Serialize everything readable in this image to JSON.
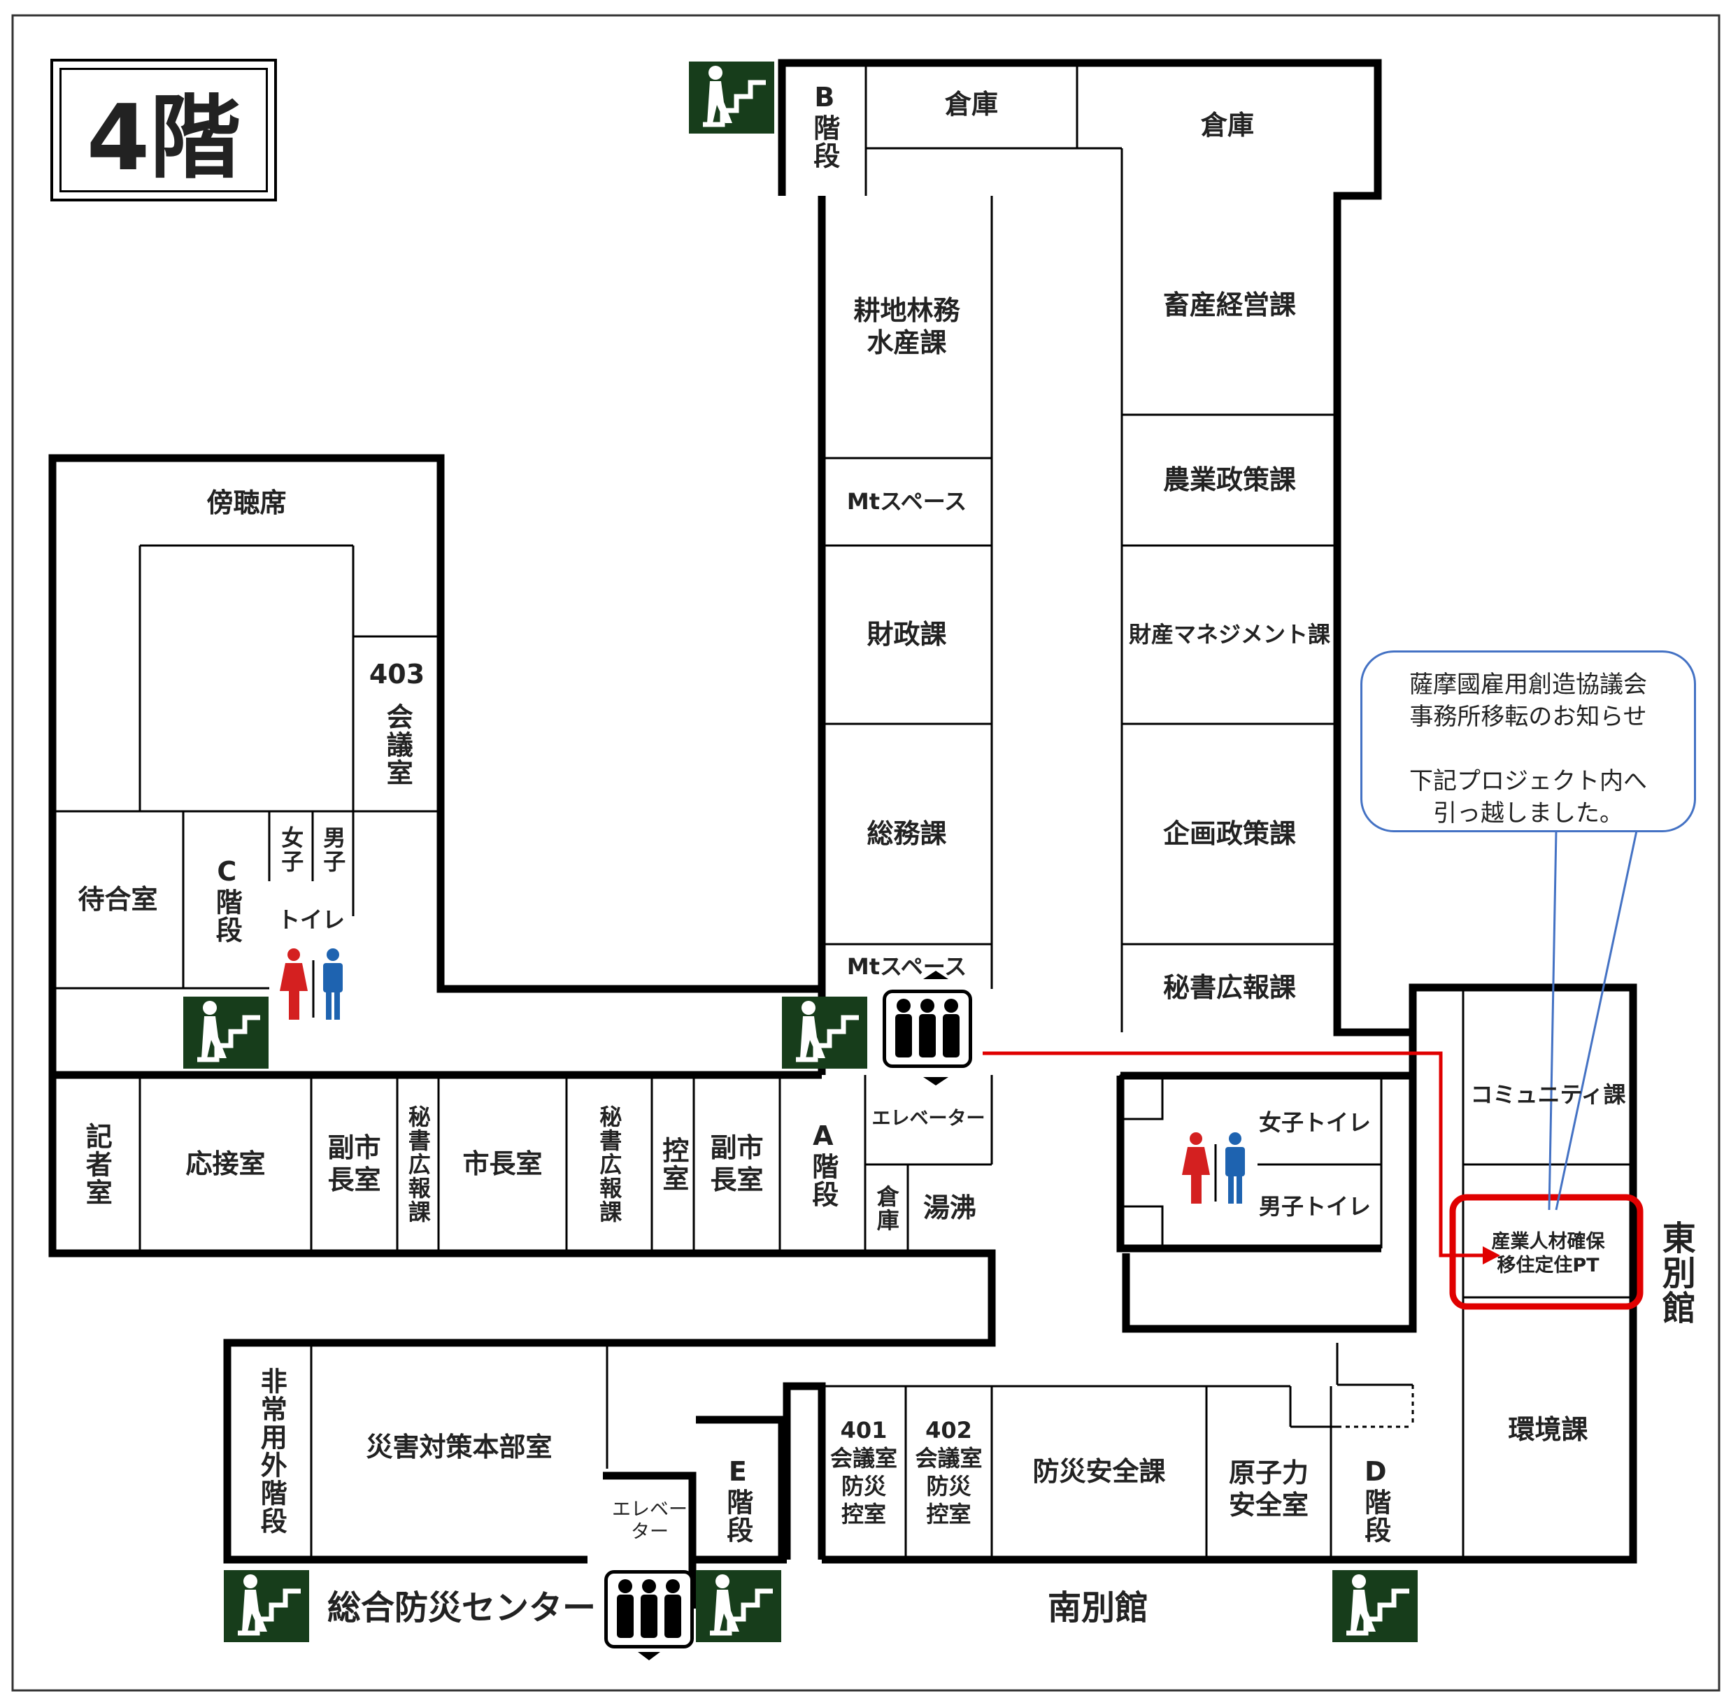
{
  "title": "4階",
  "rooms": {
    "b_stair": "B階段",
    "storage1": "倉庫",
    "storage2": "倉庫",
    "kouchi": "耕地林務\n水産課",
    "mt1": "Mtスペース",
    "zaisei": "財政課",
    "soumu": "総務課",
    "mt2": "Mtスペース",
    "chikusan": "畜産経営課",
    "nougyou": "農業政策課",
    "zaisan": "財産マネジメント課",
    "kikaku": "企画政策課",
    "hisho1": "秘書広報課",
    "bouchou": "傍聴席",
    "conf403a": "403",
    "conf403b": "会議室",
    "machiai": "待合室",
    "c_stair": "C階段",
    "women": "女子",
    "men": "男子",
    "toilet": "トイレ",
    "kisha": "記者室",
    "ousetsu": "応接室",
    "fukushi1": "副市\n長室",
    "hisho2": "秘書広報課",
    "shichou": "市長室",
    "hisho3": "秘書広報課",
    "hikae": "控室",
    "fukushi2": "副市\n長室",
    "a_stair": "A階段",
    "elevator_room": "エレベーター",
    "storage3": "倉庫",
    "yuwakashi": "湯沸",
    "women_toilet": "女子トイレ",
    "men_toilet": "男子トイレ",
    "community": "コミュニティ課",
    "sangyou": "産業人材確保\n移住定住PT",
    "higashi": "東別館",
    "kankyou": "環境課",
    "hijou": "非常用外階段",
    "saigai": "災害対策本部室",
    "elev_small": "エレベー\nター",
    "e_stair": "E階段",
    "conf401": "401\n会議室\n防災\n控室",
    "conf402": "402\n会議室\n防災\n控室",
    "bousai": "防災安全課",
    "genshiryoku": "原子力\n安全室",
    "d_stair": "D階段",
    "sougou": "総合防災センター",
    "minami": "南別館"
  },
  "callout": {
    "line1": "薩摩國雇用創造協議会",
    "line2": "事務所移転のお知らせ",
    "line3": "下記プロジェクト内へ",
    "line4": "引っ越しました。"
  },
  "colors": {
    "stair_green": "#173d1b",
    "route_red": "#e00000",
    "callout_blue": "#4472c4",
    "women_red": "#d42020",
    "men_blue": "#1e63b0"
  },
  "icons": [
    "stairs-icon",
    "elevator-icon",
    "women-icon",
    "men-icon",
    "arrow-icon"
  ]
}
